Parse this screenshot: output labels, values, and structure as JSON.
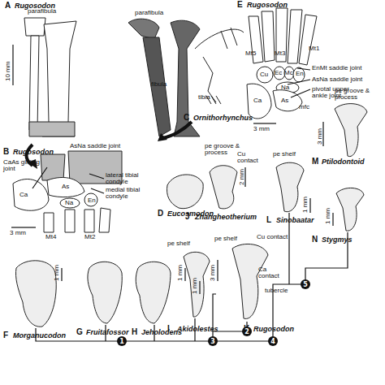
{
  "diagram": {
    "nodes": [
      {
        "text": [
          "1"
        ]
      },
      {
        "text": [
          "3"
        ]
      },
      {
        "text": [
          "2"
        ]
      },
      {
        "text": [
          "4"
        ]
      },
      {
        "text": [
          "5"
        ]
      }
    ],
    "edges": [],
    "labels": [
      "A",
      "Rugosodon",
      "parafibula",
      "parafibula",
      "10 mm",
      "fibula",
      "tibia",
      "C",
      "Ornithorhynchus",
      "E",
      "Rugosodon",
      "EnMt saddle joint",
      "AsNa saddle joint",
      "pivotal upper ankle joint",
      "Mt1",
      "Mt3",
      "Mt5",
      "Cu",
      "Ec",
      "Mc",
      "En",
      "Na",
      "As",
      "Ca",
      "mfc",
      "3 mm",
      "pe groove & process",
      "3 mm",
      "B",
      "Rugosodon",
      "CaAs gliding joint",
      "AsNa saddle joint",
      "lateral tibial condyle",
      "medial tibial condyle",
      "As",
      "Ca",
      "Na",
      "En",
      "Mt4",
      "Mt2",
      "3 mm",
      "D",
      "Eucosmodon",
      "pe groove & process",
      "Cu contact",
      "2 mm",
      "J",
      "Zhangheotherium",
      "pe shelf",
      "L",
      "Sinobaatar",
      "1 mm",
      "M",
      "Ptilodontoid",
      "N",
      "Stygmys",
      "1 mm",
      "F",
      "Morganucodon",
      "1 mm",
      "G",
      "Fruitafossor",
      "H",
      "Jeholodens",
      "1 mm",
      "I",
      "Akidolestes",
      "1 mm",
      "pe shelf",
      "3 mm",
      "K",
      "Rugosodon",
      "pe shelf",
      "Cu contact",
      "Ca contact",
      "tubercle"
    ]
  }
}
